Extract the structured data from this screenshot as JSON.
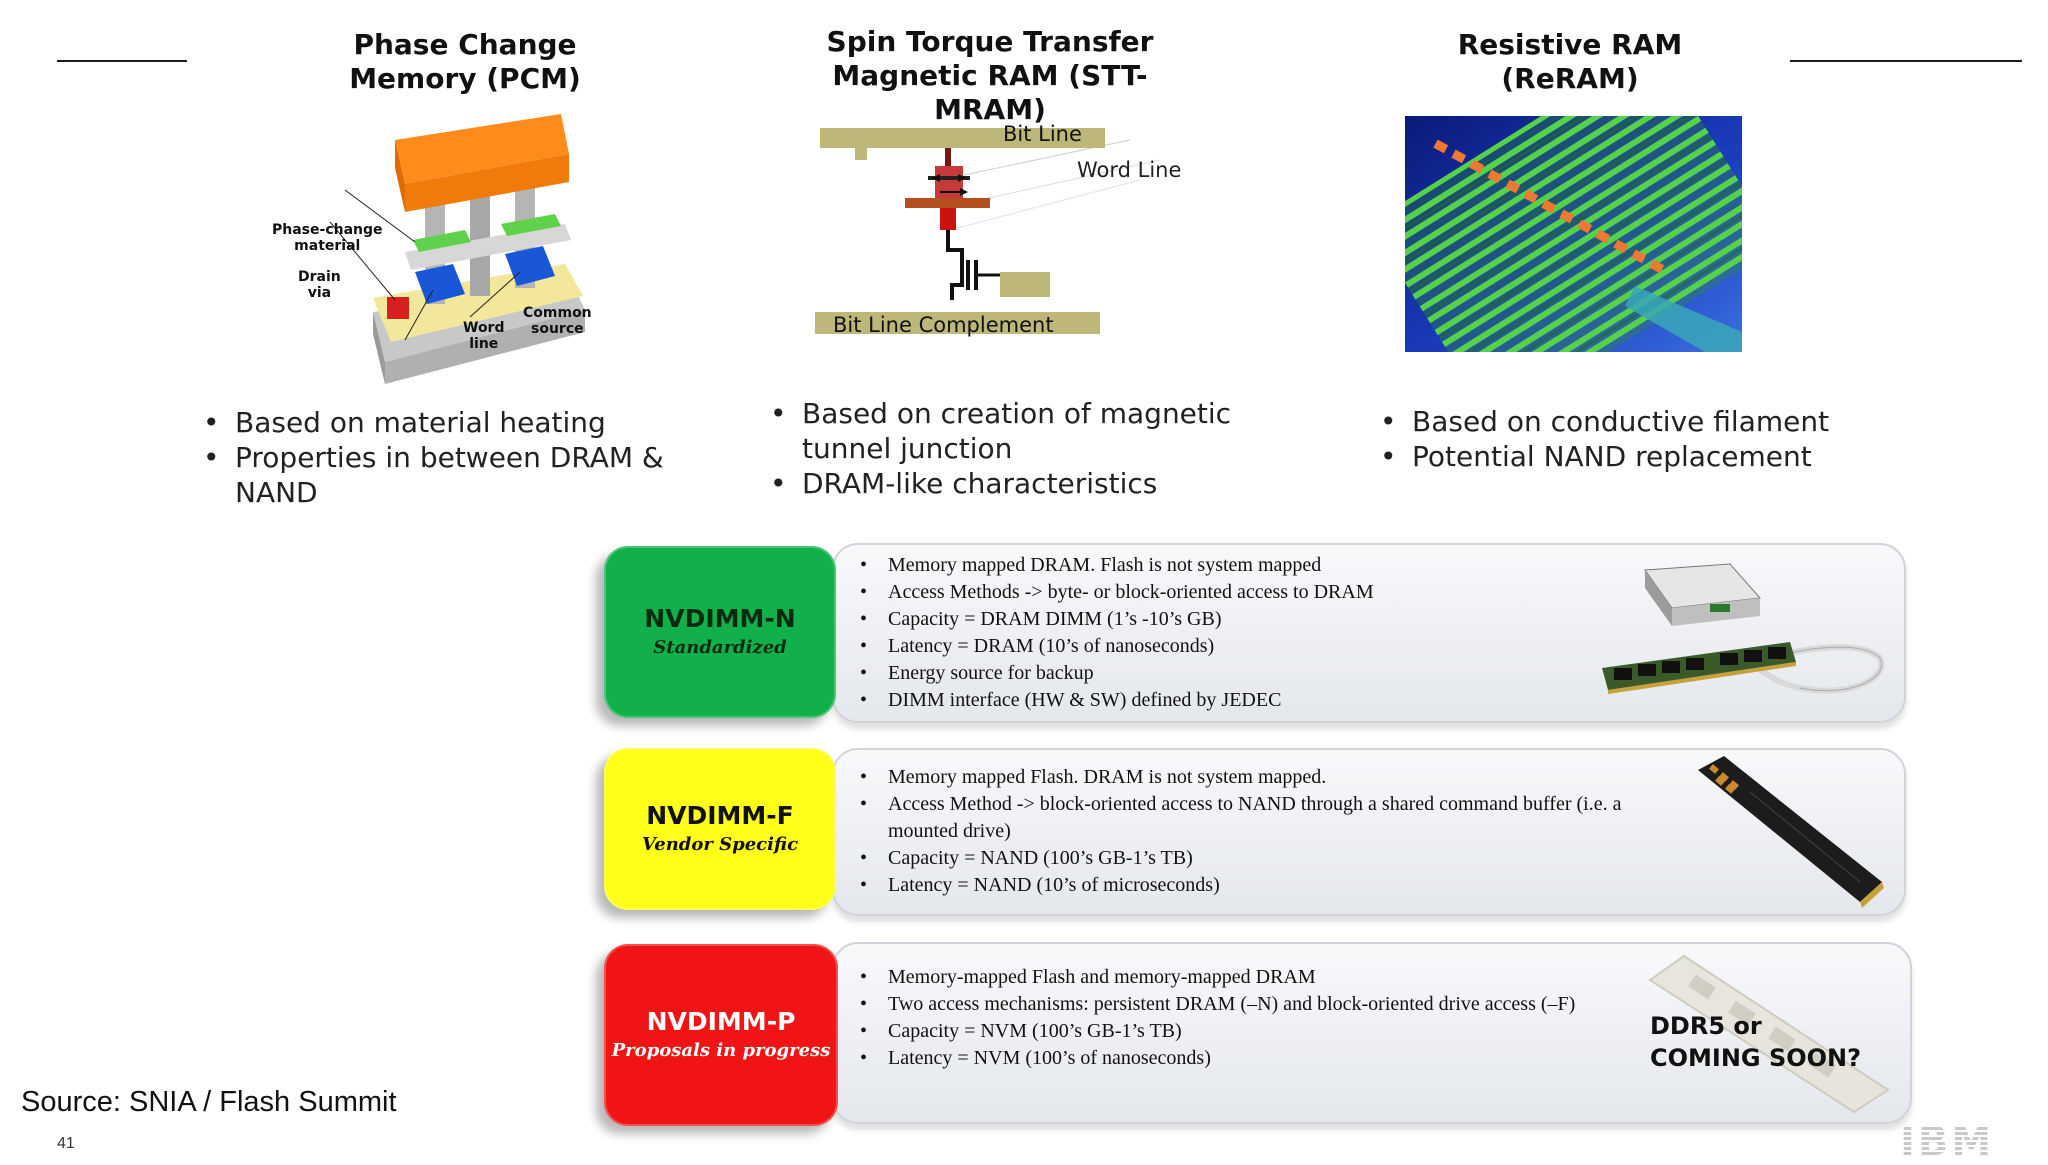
{
  "technologies": {
    "pcm": {
      "title_line1": "Phase Change",
      "title_line2": "Memory (PCM)",
      "diagram_labels": {
        "phase_change_line1": "Phase-change",
        "phase_change_line2": "material",
        "drain_line1": "Drain",
        "drain_line2": "via",
        "word_line1": "Word",
        "word_line2": "line",
        "common_line1": "Common",
        "common_line2": "source"
      },
      "bullets": [
        "Based on material heating",
        "Properties in between DRAM & NAND"
      ]
    },
    "stt": {
      "title_line1": "Spin Torque Transfer",
      "title_line2": "Magnetic RAM (STT-MRAM)",
      "diagram_labels": {
        "bit_line": "Bit Line",
        "word_line": "Word Line",
        "bit_line_complement": "Bit Line Complement"
      },
      "bullets": [
        "Based on creation of magnetic",
        "tunnel junction",
        "DRAM-like characteristics"
      ]
    },
    "reram": {
      "title_line1": "Resistive RAM",
      "title_line2": "(ReRAM)",
      "bullets": [
        "Based on conductive filament",
        "Potential NAND replacement"
      ]
    }
  },
  "nvdimm": {
    "n": {
      "name": "NVDIMM-N",
      "status": "Standardized",
      "color": "#11b04a",
      "bullets": [
        "Memory mapped DRAM. Flash is not system mapped",
        "Access Methods -> byte- or block-oriented access to DRAM",
        "Capacity = DRAM DIMM (1’s -10’s GB)",
        "Latency = DRAM (10’s of nanoseconds)",
        "Energy source for backup",
        "DIMM interface (HW & SW) defined by JEDEC"
      ]
    },
    "f": {
      "name": "NVDIMM-F",
      "status": "Vendor Specific",
      "color": "#ffff1a",
      "bullets": [
        "Memory mapped Flash. DRAM is not system mapped.",
        "Access Method -> block-oriented access to NAND through a shared command buffer (i.e. a",
        "mounted drive)",
        "Capacity = NAND (100’s GB-1’s TB)",
        "Latency = NAND (10’s of microseconds)"
      ]
    },
    "p": {
      "name": "NVDIMM-P",
      "status": "Proposals in progress",
      "color": "#f01414",
      "bullets": [
        "Memory-mapped Flash and memory-mapped DRAM",
        "Two access mechanisms: persistent DRAM (–N) and block-oriented drive access (–F)",
        "Capacity = NVM (100’s GB-1’s TB)",
        "Latency = NVM (100’s of nanoseconds)"
      ],
      "note_line1": "DDR5 or",
      "note_line2": "COMING SOON?"
    }
  },
  "footer": {
    "source": "Source: SNIA / Flash Summit",
    "page_number": "41",
    "logo_text": "IBM"
  }
}
